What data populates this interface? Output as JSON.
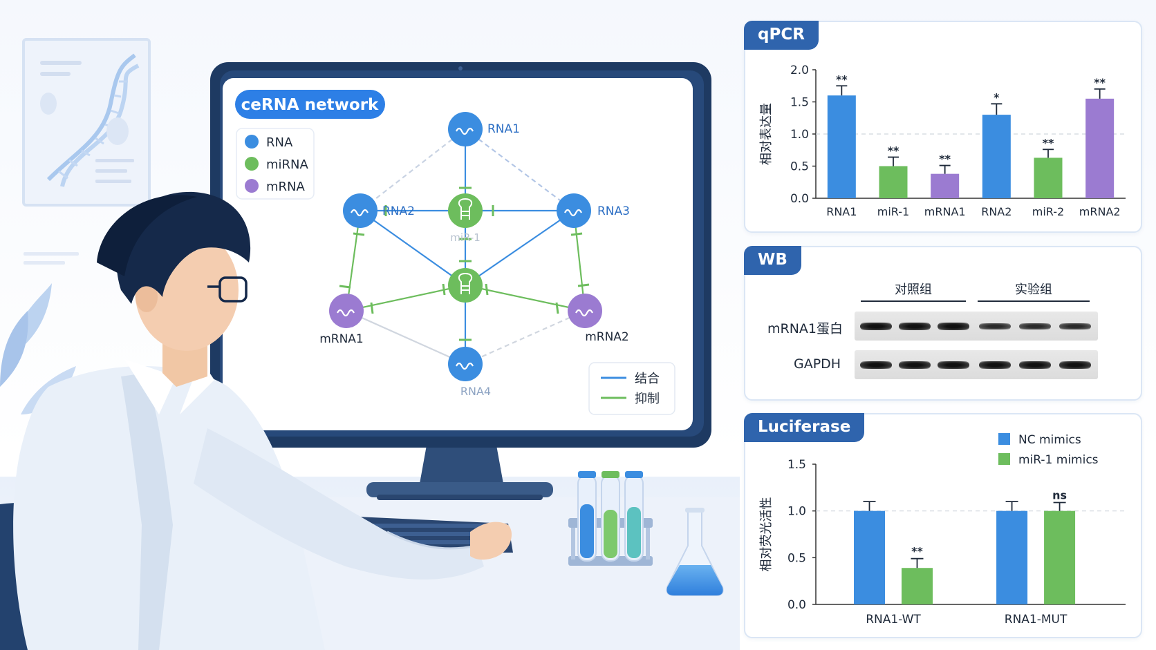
{
  "screen": {
    "network_title": "ceRNA network",
    "legend": [
      {
        "label": "RNA",
        "color": "#3b8de0"
      },
      {
        "label": "miRNA",
        "color": "#6dbd5d"
      },
      {
        "label": "mRNA",
        "color": "#9b7bd1"
      }
    ],
    "edge_legend": [
      {
        "label": "结合",
        "color": "#3b8de0"
      },
      {
        "label": "抑制",
        "color": "#6dbd5d"
      }
    ],
    "nodes": {
      "rna1": "RNA1",
      "rna2": "RNA2",
      "rna3": "RNA3",
      "mrna1": "mRNA1",
      "mrna2": "mRNA2",
      "rna4": "RNA4",
      "mir1": "miR-1"
    }
  },
  "qpcr": {
    "tag": "qPCR",
    "chart_data": {
      "type": "bar",
      "ylabel": "相对表达量",
      "ylim": [
        0,
        2.0
      ],
      "yticks": [
        "0.0",
        "0.5",
        "1.0",
        "1.5",
        "2.0"
      ],
      "categories": [
        "RNA1",
        "miR-1",
        "mRNA1",
        "RNA2",
        "miR-2",
        "mRNA2"
      ],
      "values": [
        1.6,
        0.5,
        0.38,
        1.3,
        0.63,
        1.55
      ],
      "errors": [
        0.15,
        0.14,
        0.13,
        0.17,
        0.13,
        0.15
      ],
      "significance": [
        "**",
        "**",
        "**",
        "*",
        "**",
        "**"
      ],
      "colors": [
        "#3b8de0",
        "#6dbd5d",
        "#9b7bd1",
        "#3b8de0",
        "#6dbd5d",
        "#9b7bd1"
      ],
      "reference_line": 1.0
    }
  },
  "wb": {
    "tag": "WB",
    "groups": [
      "对照组",
      "实验组"
    ],
    "rows": [
      "mRNA1蛋白",
      "GAPDH"
    ]
  },
  "luciferase": {
    "tag": "Luciferase",
    "chart_data": {
      "type": "bar",
      "ylabel": "相对荧光活性",
      "ylim": [
        0,
        1.5
      ],
      "yticks": [
        "0.0",
        "0.5",
        "1.0",
        "1.5"
      ],
      "categories": [
        "RNA1-WT",
        "RNA1-MUT"
      ],
      "series": [
        {
          "name": "NC mimics",
          "color": "#3b8de0",
          "values": [
            1.0,
            1.0
          ],
          "errors": [
            0.1,
            0.1
          ],
          "significance": [
            "",
            ""
          ]
        },
        {
          "name": "miR-1 mimics",
          "color": "#6dbd5d",
          "values": [
            0.39,
            1.0
          ],
          "errors": [
            0.1,
            0.09
          ],
          "significance": [
            "**",
            "ns"
          ]
        }
      ],
      "reference_line": 1.0
    }
  }
}
